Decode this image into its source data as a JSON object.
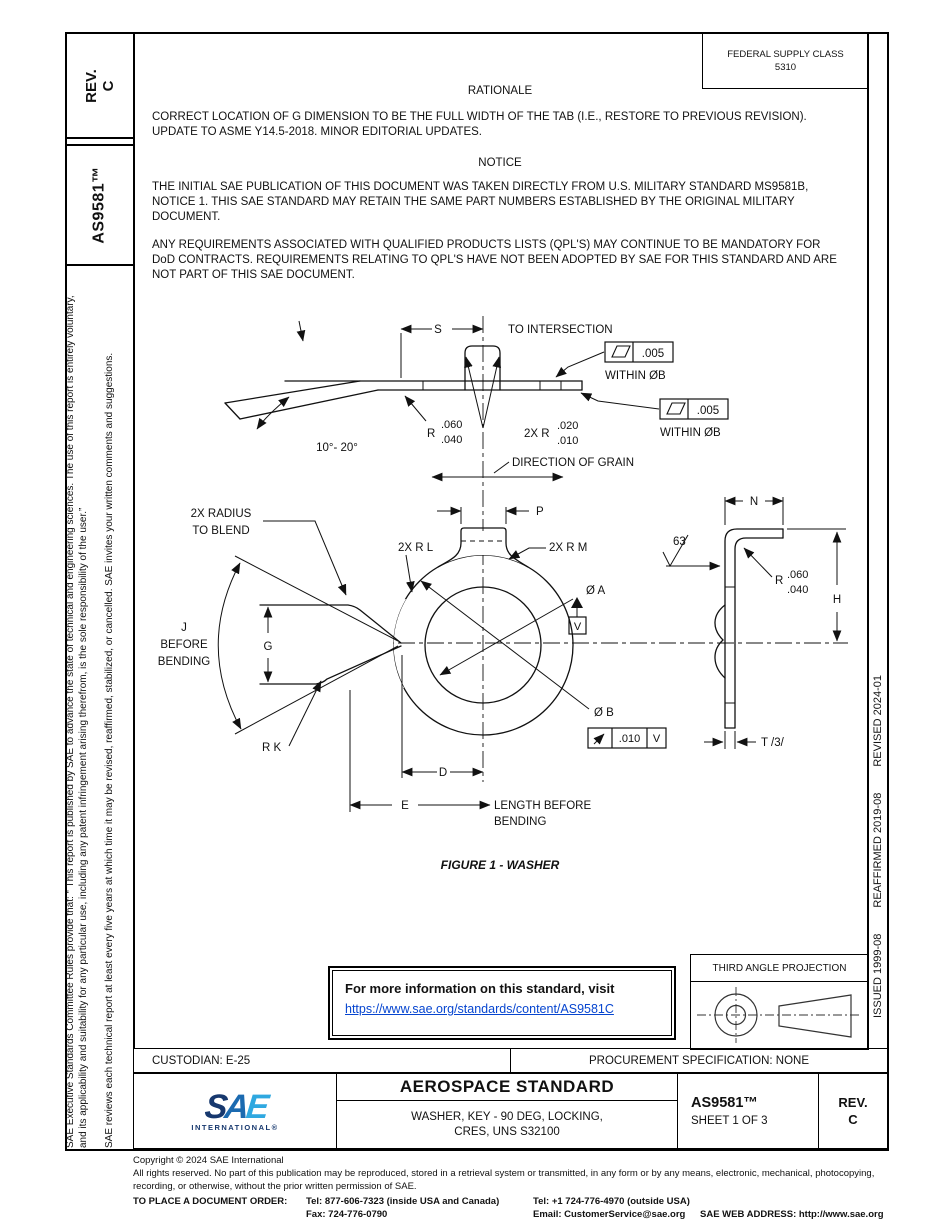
{
  "sidebar_left": {
    "rev_label": "REV.",
    "rev_value": "C",
    "doc_number": "AS9581™",
    "disclaimer_para1": "SAE Executive Standards Committee Rules provide that: “ This report is published by SAE to advance the state of technical and engineering sciences. The use of this report is entirely voluntary, and its applicability and suitability for any particular use, including any patent infringement arising therefrom, is the sole responsibility of the user.”",
    "disclaimer_para2": "SAE reviews each technical report at least every five years at which time it may be revised, reaffirmed, stabilized, or cancelled. SAE invites your written comments and suggestions."
  },
  "sidebar_right": {
    "issued": "ISSUED 1999-08",
    "reaffirmed": "REAFFIRMED 2019-08",
    "revised": "REVISED 2024-01"
  },
  "header": {
    "federal_supply_class_label": "FEDERAL SUPPLY CLASS",
    "federal_supply_class_value": "5310"
  },
  "rationale": {
    "heading": "RATIONALE",
    "body": "CORRECT LOCATION OF G DIMENSION TO BE THE FULL WIDTH OF THE TAB (I.E., RESTORE TO PREVIOUS REVISION). UPDATE TO ASME Y14.5-2018. MINOR EDITORIAL UPDATES."
  },
  "notice": {
    "heading": "NOTICE",
    "para1": "THE INITIAL SAE PUBLICATION OF THIS DOCUMENT WAS TAKEN DIRECTLY FROM U.S. MILITARY STANDARD MS9581B, NOTICE 1. THIS SAE STANDARD MAY RETAIN THE SAME PART NUMBERS ESTABLISHED BY THE ORIGINAL MILITARY DOCUMENT.",
    "para2": "ANY REQUIREMENTS ASSOCIATED WITH QUALIFIED PRODUCTS LISTS (QPL'S) MAY CONTINUE TO BE MANDATORY FOR DoD CONTRACTS. REQUIREMENTS RELATING TO QPL'S HAVE NOT BEEN ADOPTED BY SAE FOR THIS STANDARD AND ARE NOT PART OF THIS SAE DOCUMENT."
  },
  "figure": {
    "caption": "FIGURE 1 - WASHER",
    "labels": {
      "s": "S",
      "to_intersection": "TO INTERSECTION",
      "fcf_top_value": ".005",
      "fcf_top_note": "WITHIN ØB",
      "fcf_bottom_value": ".005",
      "fcf_bottom_note": "WITHIN ØB",
      "r_bend_prefix": "R",
      "r_bend_upper": ".060",
      "r_bend_lower": ".040",
      "r_tab_prefix": "2X R",
      "r_tab_upper": ".020",
      "r_tab_lower": ".010",
      "bend_angle": "10°- 20°",
      "grain": "DIRECTION OF GRAIN",
      "radius_blend_1": "2X RADIUS",
      "radius_blend_2": "TO BLEND",
      "r_l": "2X R L",
      "r_m": "2X R M",
      "p": "P",
      "g": "G",
      "j_1": "J",
      "j_2": "BEFORE",
      "j_3": "BENDING",
      "r_k": "R K",
      "dia_a": "Ø A",
      "datum_v": "V",
      "dia_b": "Ø B",
      "runout_value": ".010",
      "runout_datum": "V",
      "d": "D",
      "e": "E",
      "length_note_1": "LENGTH BEFORE",
      "length_note_2": "BENDING",
      "n": "N",
      "finish": "63",
      "side_r_prefix": "R",
      "side_r_upper": ".060",
      "side_r_lower": ".040",
      "h": "H",
      "t": "T /3/"
    }
  },
  "info_box": {
    "text": "For more information on this standard, visit",
    "link": "https://www.sae.org/standards/content/AS9581C"
  },
  "projection": {
    "label": "THIRD ANGLE PROJECTION"
  },
  "custodian_row": {
    "custodian": "CUSTODIAN: E-25",
    "procurement": "PROCUREMENT SPECIFICATION: NONE"
  },
  "title_block": {
    "logo_text": "SAE",
    "logo_sub": "INTERNATIONAL®",
    "doc_type": "AEROSPACE STANDARD",
    "title_line1": "WASHER, KEY - 90 DEG, LOCKING,",
    "title_line2": "CRES, UNS S32100",
    "doc_number": "AS9581™",
    "sheet": "SHEET 1 OF 3",
    "rev_label": "REV.",
    "rev_value": "C"
  },
  "footer": {
    "copyright": "Copyright © 2024 SAE International",
    "rights_line1": "All rights reserved. No part of this publication may be reproduced, stored in a retrieval system or transmitted, in any form or by any means, electronic, mechanical, photocopying,",
    "rights_line2": "recording, or otherwise, without the prior written permission of SAE.",
    "order_label": "TO PLACE A DOCUMENT ORDER:",
    "tel_inside": "Tel: 877-606-7323 (inside USA and Canada)",
    "tel_outside": "Tel: +1 724-776-4970 (outside USA)",
    "fax": "Fax: 724-776-0790",
    "email": "Email: CustomerService@sae.org",
    "web": "SAE WEB ADDRESS: http://www.sae.org"
  },
  "colors": {
    "link_blue": "#0645d0",
    "sae_dark": "#17386e",
    "sae_light": "#2fa8e0"
  }
}
